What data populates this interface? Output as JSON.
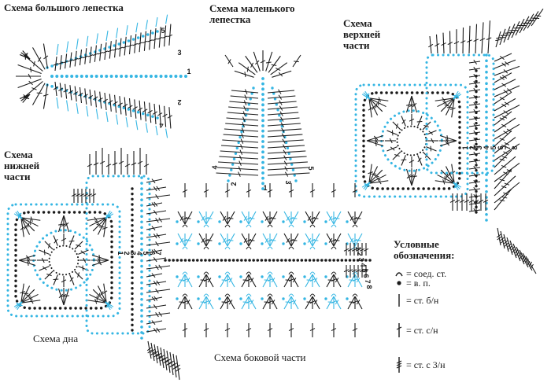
{
  "titles": {
    "big_petal": "Схема большого лепестка",
    "small_petal": "Схема маленького лепестка",
    "top_part": "Схема верхней части",
    "bottom_part": "Схема нижней части",
    "bottom": "Схема дна",
    "side_part": "Схема боковой части"
  },
  "row_numbers": {
    "big_petal": [
      "5",
      "3",
      "1",
      "2",
      "4"
    ],
    "small_petal": [
      "4",
      "2",
      "1",
      "3",
      "5"
    ],
    "top_part": [
      "1",
      "2",
      "3",
      "4",
      "5",
      "6",
      "7",
      "8"
    ],
    "bottom_part": [
      "1",
      "2",
      "3",
      "4",
      "5",
      "6",
      "7"
    ],
    "side_part": [
      "1",
      "2",
      "3",
      "4",
      "5",
      "6",
      "7",
      "8"
    ]
  },
  "legend": {
    "title": "Условные обозначения:",
    "items": [
      {
        "symbol": "arc",
        "text": "= соед. ст."
      },
      {
        "symbol": "dot",
        "text": "= в. п."
      },
      {
        "symbol": "stitch-0",
        "text": "= ст. б/н"
      },
      {
        "symbol": "stitch-1",
        "text": "= ст. с/н"
      },
      {
        "symbol": "stitch-3",
        "text": "= ст. с 3/н"
      }
    ]
  },
  "colors": {
    "ink": "#1a1a1a",
    "accent": "#35b6e3"
  }
}
